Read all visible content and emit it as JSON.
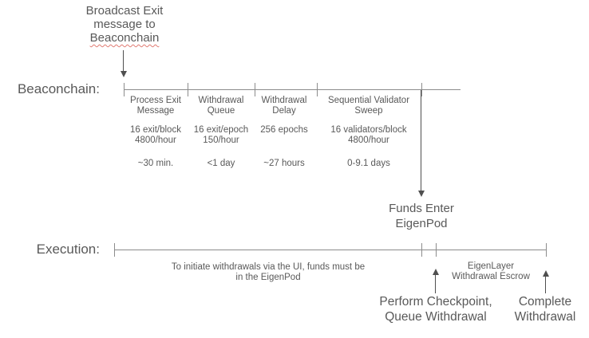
{
  "colors": {
    "background": "#ffffff",
    "text": "#595959",
    "timeline_line": "#8c8c8c",
    "arrow": "#4f4f4f",
    "misspell_underline": "#e07a72"
  },
  "broadcast_note": {
    "lines": [
      "Broadcast Exit",
      "message to",
      "Beaconchain"
    ]
  },
  "beaconchain_row": {
    "label": "Beaconchain:",
    "segments": [
      {
        "title": [
          "Process Exit",
          "Message"
        ],
        "rate": [
          "16 exit/block",
          "4800/hour"
        ],
        "duration": "~30 min."
      },
      {
        "title": [
          "Withdrawal",
          "Queue"
        ],
        "rate": [
          "16 exit/epoch",
          "150/hour"
        ],
        "duration": "<1 day"
      },
      {
        "title": [
          "Withdrawal",
          "Delay"
        ],
        "rate": [
          "256 epochs"
        ],
        "duration": "~27 hours"
      },
      {
        "title": [
          "Sequential Validator",
          "Sweep"
        ],
        "rate": [
          "16 validators/block",
          "4800/hour"
        ],
        "duration": "0-9.1 days"
      }
    ]
  },
  "funds_note": {
    "lines": [
      "Funds Enter",
      "EigenPod"
    ]
  },
  "execution_row": {
    "label": "Execution:",
    "ui_note_lines": [
      "To initiate withdrawals via the UI, funds must be",
      "in the EigenPod"
    ],
    "escrow_lines": [
      "EigenLayer",
      "Withdrawal Escrow"
    ]
  },
  "checkpoint_note": {
    "lines": [
      "Perform Checkpoint,",
      "Queue Withdrawal"
    ]
  },
  "complete_note": {
    "lines": [
      "Complete",
      "Withdrawal"
    ]
  }
}
